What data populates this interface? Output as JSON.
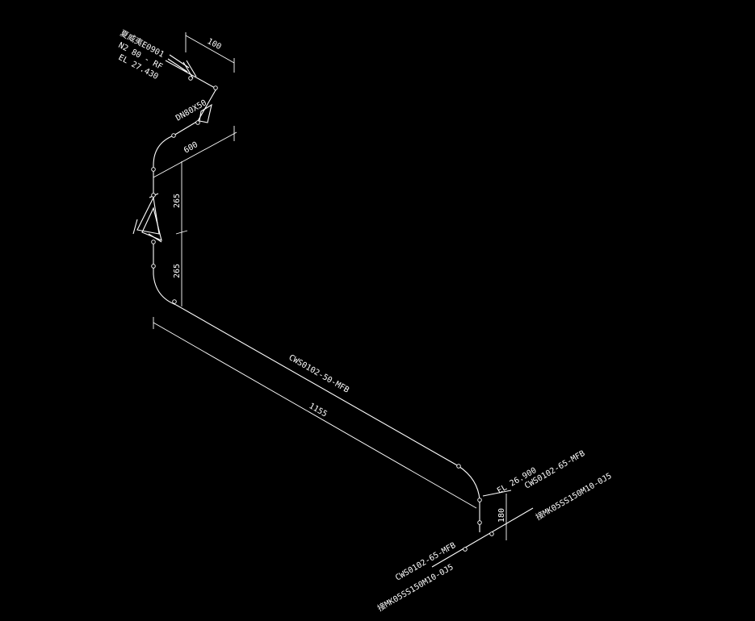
{
  "drawing": {
    "background": "#000000",
    "line_color": "#ffffff",
    "type": "isometric piping drawing",
    "top_nozzle": {
      "lines": [
        "夏威夷E0901",
        "N2 80 - RF",
        "EL 27.430"
      ]
    },
    "reducer_label": "DN80X50",
    "main_line_label": "CWS0102-50-MFB",
    "lower_line_label": "CWS0102-65-MFB",
    "lower_ref_label": "接MK05SS150M10-0J5",
    "right_line_label": "CWS0102-65-MFB",
    "right_ref_label": "接MK05SS150M10-0J5",
    "right_elevation": "EL 26.900",
    "dimensions": {
      "top": "100",
      "upper_horizontal": "600",
      "upper_vertical": "265",
      "lower_vertical": "265",
      "long_run": "1155",
      "right_vertical": "180"
    },
    "icons": {
      "flange": "flange-icon",
      "reducer": "reducer-icon",
      "valve": "valve-icon"
    }
  }
}
